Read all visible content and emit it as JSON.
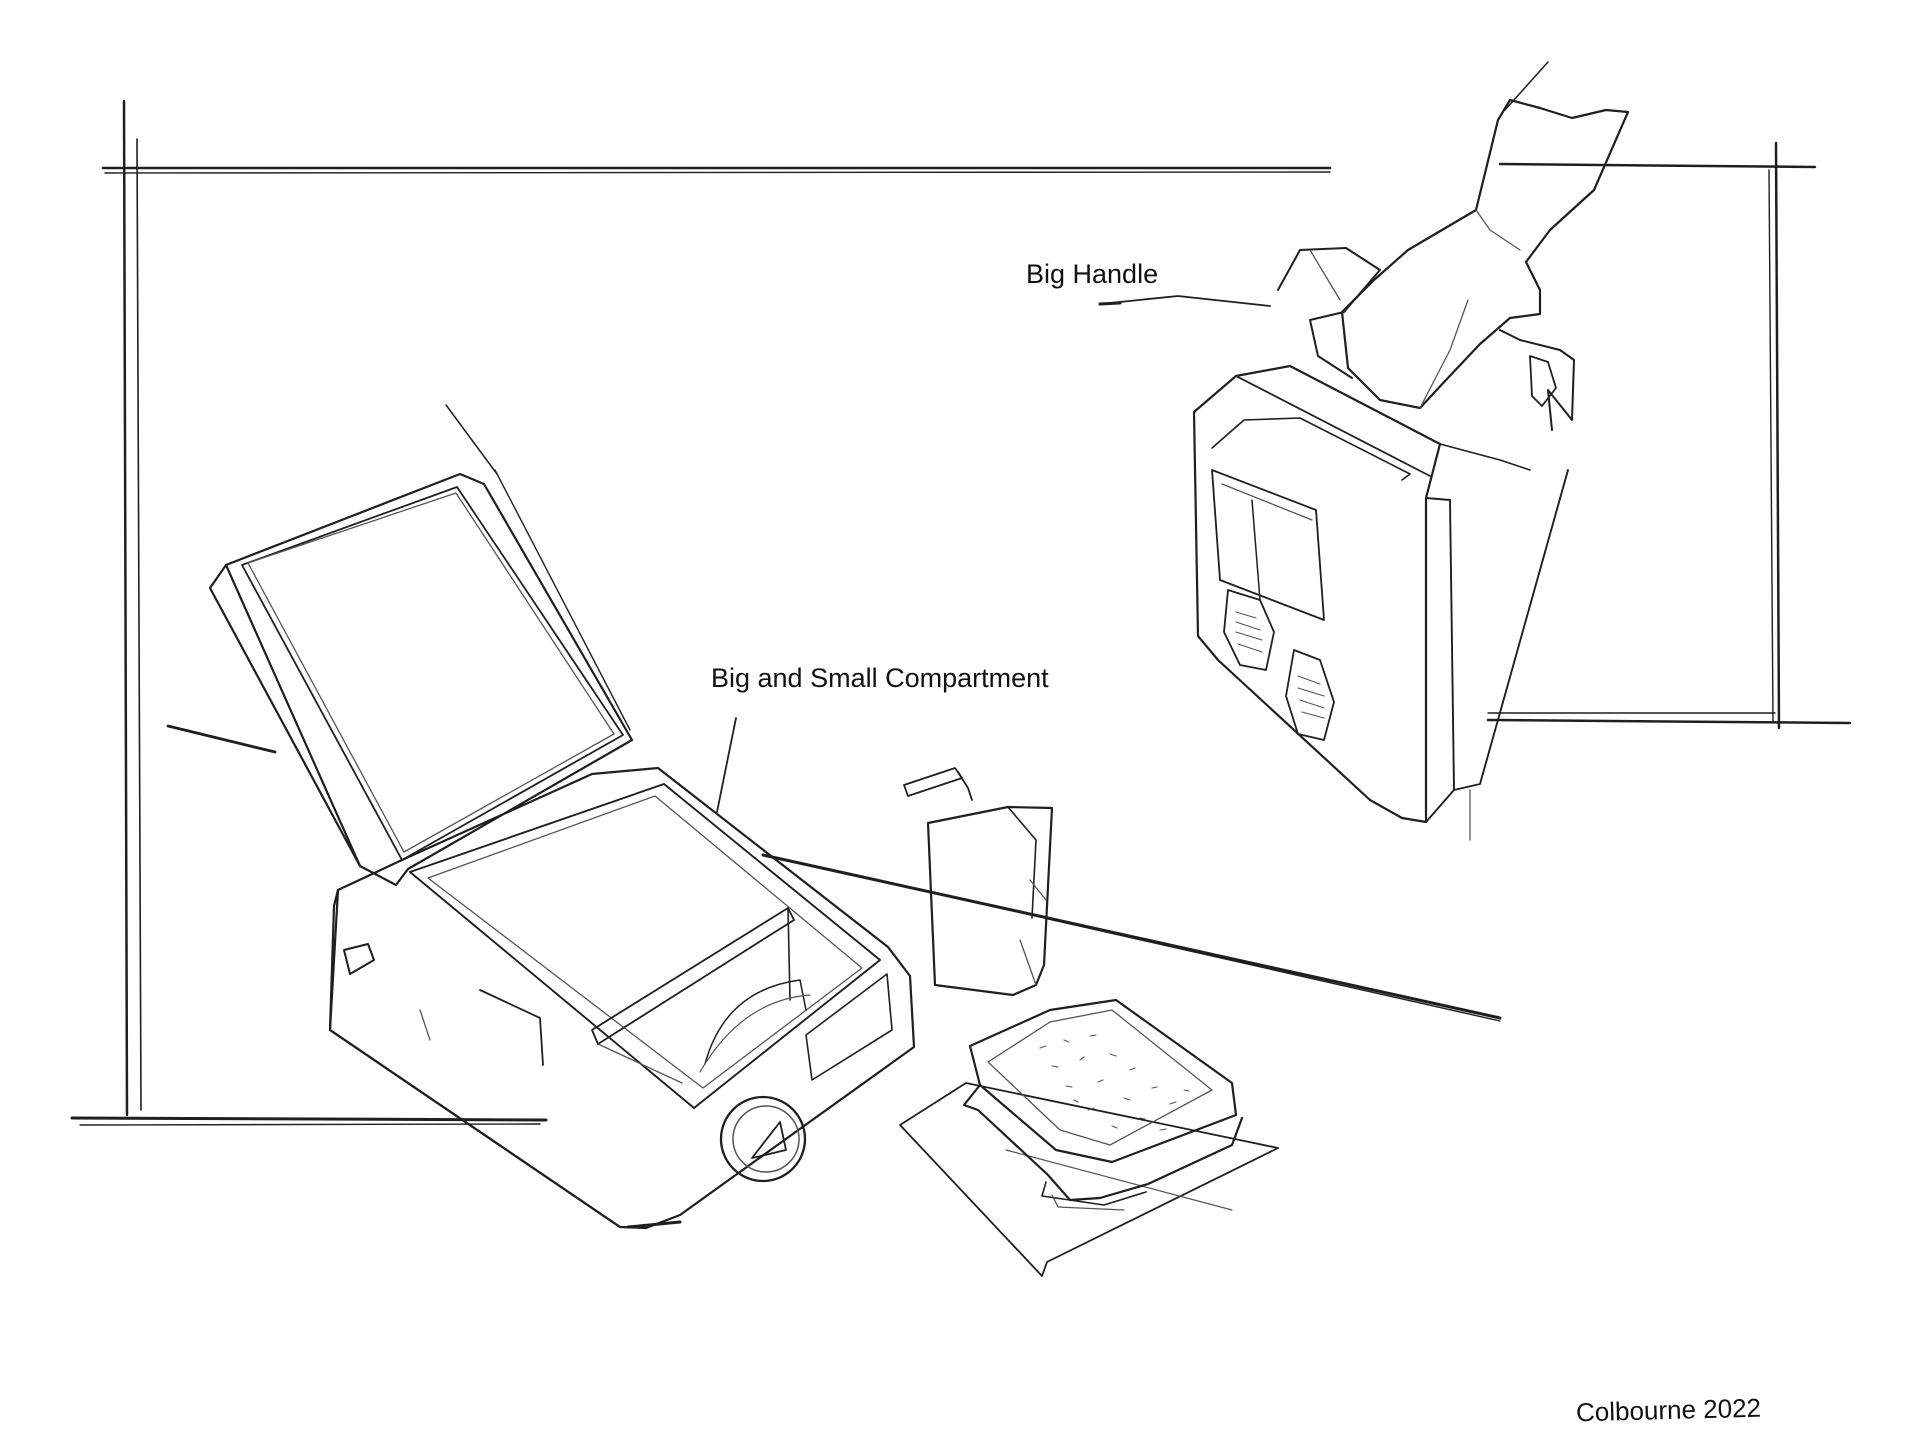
{
  "annotations": {
    "handle_label": "Big Handle",
    "compartment_label": "Big and Small Compartment"
  },
  "signature": "Colbourne 2022",
  "colors": {
    "background": "#ffffff",
    "ink": "#1f1f1f"
  }
}
